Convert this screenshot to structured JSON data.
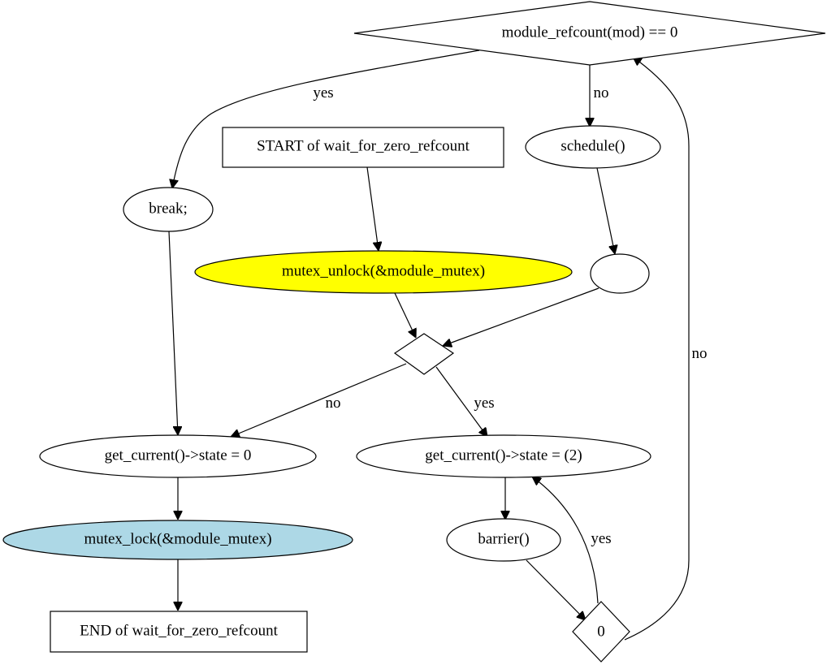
{
  "nodes": {
    "cond_refcount": "module_refcount(mod) == 0",
    "start": "START of wait_for_zero_refcount",
    "schedule": "schedule()",
    "break": "break;",
    "mutex_unlock": "mutex_unlock(&module_mutex)",
    "empty_node": "",
    "decision": "",
    "state_zero": "get_current()->state = 0",
    "state_two": "get_current()->state = (2)",
    "mutex_lock": "mutex_lock(&module_mutex)",
    "barrier": "barrier()",
    "zero_cond": "0",
    "end": "END of wait_for_zero_refcount"
  },
  "edge_labels": {
    "refcount_yes": "yes",
    "refcount_no": "no",
    "decision_no": "no",
    "decision_yes": "yes",
    "zero_yes": "yes",
    "zero_no": "no"
  },
  "colors": {
    "mutex_unlock_fill": "#ffff00",
    "mutex_lock_fill": "#add8e6",
    "default_fill": "#ffffff",
    "stroke": "#000000"
  }
}
